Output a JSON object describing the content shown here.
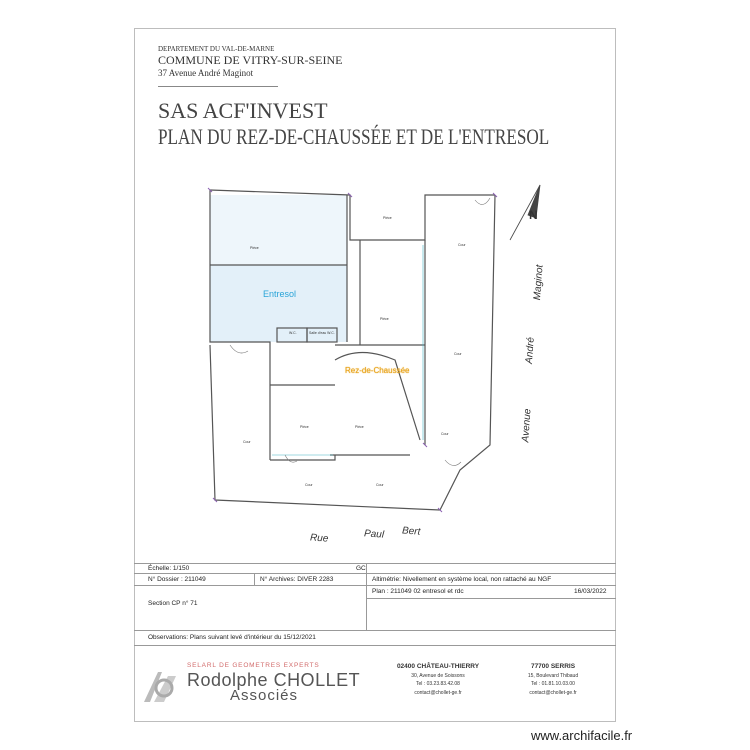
{
  "header": {
    "department": "DEPARTEMENT DU VAL-DE-MARNE",
    "commune": "COMMUNE DE VITRY-SUR-SEINE",
    "address": "37 Avenue André Maginot"
  },
  "title": {
    "company": "SAS ACF'INVEST",
    "plan_name": "PLAN DU REZ-DE-CHAUSSÉE ET DE L'ENTRESOL"
  },
  "plan": {
    "levels": {
      "entresol": "Entresol",
      "rdc": "Rez-de-Chaussée"
    },
    "rooms": {
      "piece": "Pièce",
      "wc": "W.C.",
      "salle_eau_wc": "Salle d'eau W.C.",
      "cour": "Cour"
    },
    "streets": {
      "rue": "Rue",
      "paul": "Paul",
      "bert": "Bert",
      "avenue": "Avenue",
      "andre": "André",
      "maginot": "Maginot"
    },
    "north_label": "N",
    "colors": {
      "entresol_fill": "#eaf4fb",
      "entresol_text": "#2aa4d8",
      "rdc_text": "#e8a41c",
      "wall": "#555555",
      "boundary": "#8a5fb0"
    }
  },
  "title_block": {
    "scale": "Échelle: 1/150",
    "gc": "GC",
    "dossier": "N° Dossier : 211049",
    "archives": "N° Archives: DIVER 2283",
    "altimetrie": "Altimétrie: Nivellement en système local, non rattaché au NGF",
    "section": "Section CP n° 71",
    "plan_ref": "Plan : 211049 02 entresol et rdc",
    "date": "16/03/2022",
    "observations": "Observations: Plans suivant levé d'intérieur du 15/12/2021"
  },
  "footer": {
    "tagline": "SELARL DE GEOMETRES EXPERTS",
    "firm_name": "Rodolphe CHOLLET",
    "associates": "Associés",
    "offices": [
      {
        "city": "02400 CHÂTEAU-THIERRY",
        "street": "30, Avenue de Soissons",
        "tel": "Tel : 03.23.83.42.08",
        "email": "contact@chollet-ge.fr"
      },
      {
        "city": "77700 SERRIS",
        "street": "15, Boulevard Thibaud",
        "tel": "Tel : 01.81.10.03.00",
        "email": "contact@chollet-ge.fr"
      }
    ]
  },
  "watermark": "www.archifacile.fr"
}
